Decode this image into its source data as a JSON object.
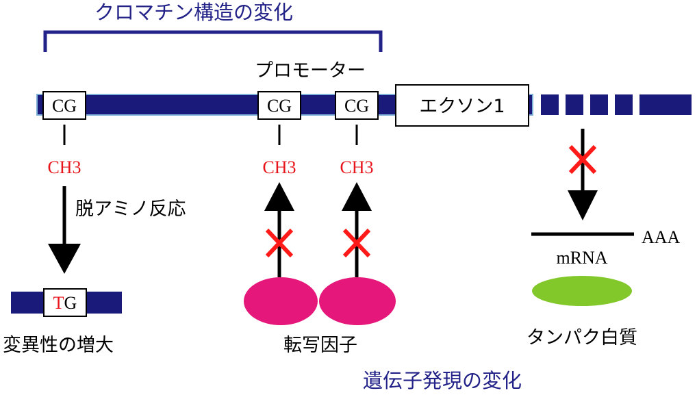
{
  "colors": {
    "navy": "#1a1a7a",
    "strand_outline": "#7fb0d8",
    "title_blue": "#222288",
    "methyl_red": "#e8141c",
    "cross_red": "#ff1a1a",
    "factor_pink": "#e5177a",
    "protein_green": "#82c82a",
    "black": "#000000"
  },
  "labels": {
    "chromatin_change": "クロマチン構造の変化",
    "promoter": "プロモーター",
    "exon": "エクソン1",
    "cg_sites": [
      "CG",
      "CG",
      "CG"
    ],
    "methyl_groups": [
      "CH3",
      "CH3",
      "CH3"
    ],
    "deamination": "脱アミノ反応",
    "tg_t": "T",
    "tg_g": "G",
    "mutation_increase": "変異性の増大",
    "transcription_factor": "転写因子",
    "mrna": "mRNA",
    "polya": "AAA",
    "protein": "タンパク白質",
    "gene_expression_change": "遺伝子発現の変化"
  },
  "icons": {
    "block": "cross-mark-icon",
    "direction": "arrow-icon"
  }
}
